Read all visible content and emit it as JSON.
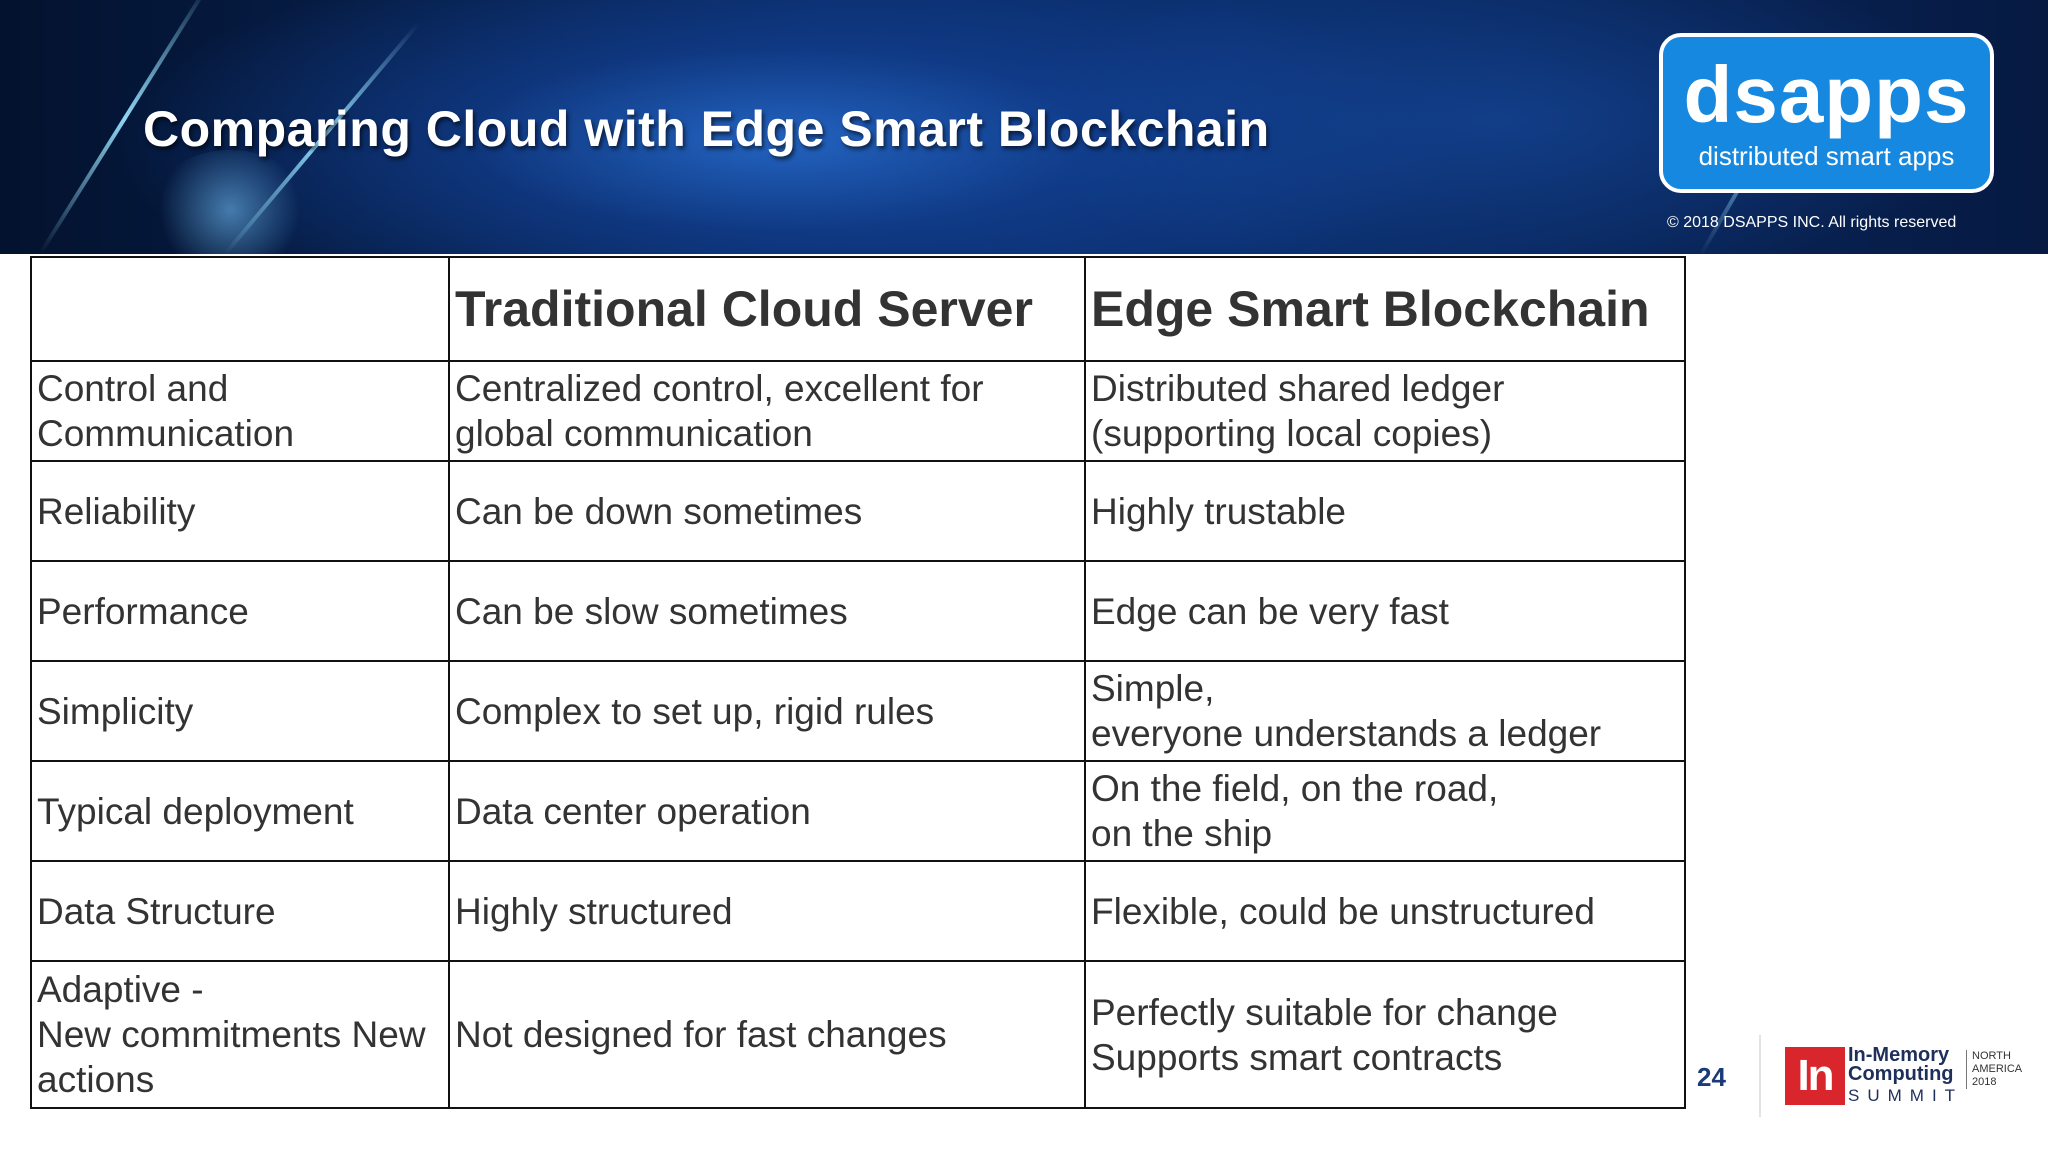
{
  "slide": {
    "title": "Comparing Cloud with Edge Smart Blockchain",
    "logo": {
      "wordmark": "dsapps",
      "tagline": "distributed smart apps"
    },
    "copyright": "© 2018 DSAPPS INC. All rights reserved",
    "page_number": "24",
    "colors": {
      "banner_dark": "#03122e",
      "banner_mid": "#0b2f6e",
      "logo_blue": "#1688e0",
      "imc_red": "#d9262c",
      "text_gray": "#333333"
    }
  },
  "table": {
    "headers": [
      "",
      "Traditional Cloud Server",
      "Edge Smart Blockchain"
    ],
    "rows": [
      [
        "Control and\nCommunication",
        "Centralized control, excellent for\nglobal communication",
        "Distributed shared ledger\n(supporting local copies)"
      ],
      [
        "Reliability",
        "Can be down sometimes",
        "Highly trustable"
      ],
      [
        "Performance",
        "Can be slow sometimes",
        "Edge can be very fast"
      ],
      [
        "Simplicity",
        "Complex to set up, rigid rules",
        "Simple,\neveryone understands a ledger"
      ],
      [
        "Typical deployment",
        "Data center operation",
        "On the field, on the road,\non the ship"
      ],
      [
        "Data Structure",
        "Highly structured",
        "Flexible, could be unstructured"
      ],
      [
        "Adaptive -\nNew commitments New\nactions",
        "Not designed for fast changes",
        "Perfectly suitable for change\nSupports smart contracts"
      ]
    ]
  },
  "sponsor_logo": {
    "mark": "In",
    "line1": "In-Memory",
    "line2": "Computing",
    "line3": "SUMMIT",
    "region": "NORTH\nAMERICA\n2018"
  }
}
